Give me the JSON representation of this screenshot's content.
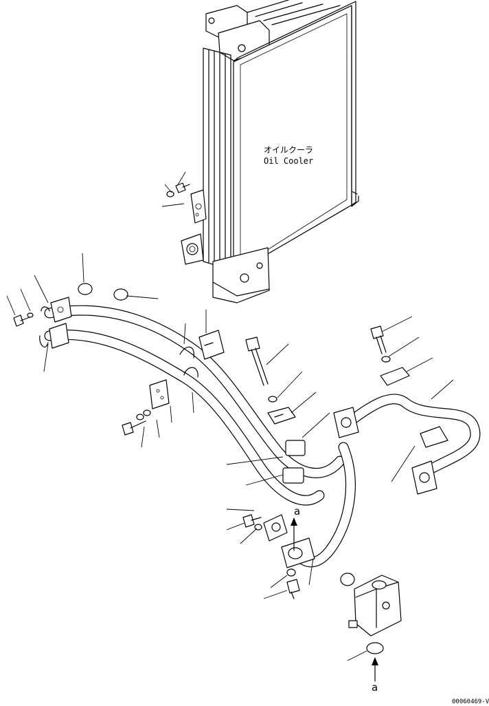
{
  "diagram": {
    "component_label_jp": "オイルクーラ",
    "component_label_en": "Oil Cooler",
    "callout_letter": "a",
    "drawing_code": "00060469-V"
  },
  "icons": {
    "oil_cooler": "oil-cooler-icon",
    "hose": "hose-icon",
    "flange": "flange-icon",
    "o_ring": "o-ring-icon",
    "bolt": "bolt-icon",
    "washer": "washer-icon",
    "clamp": "clamp-icon",
    "valve_block": "valve-block-icon",
    "arrow": "arrow-up-icon"
  },
  "colors": {
    "line": "#000000",
    "background": "#ffffff"
  }
}
